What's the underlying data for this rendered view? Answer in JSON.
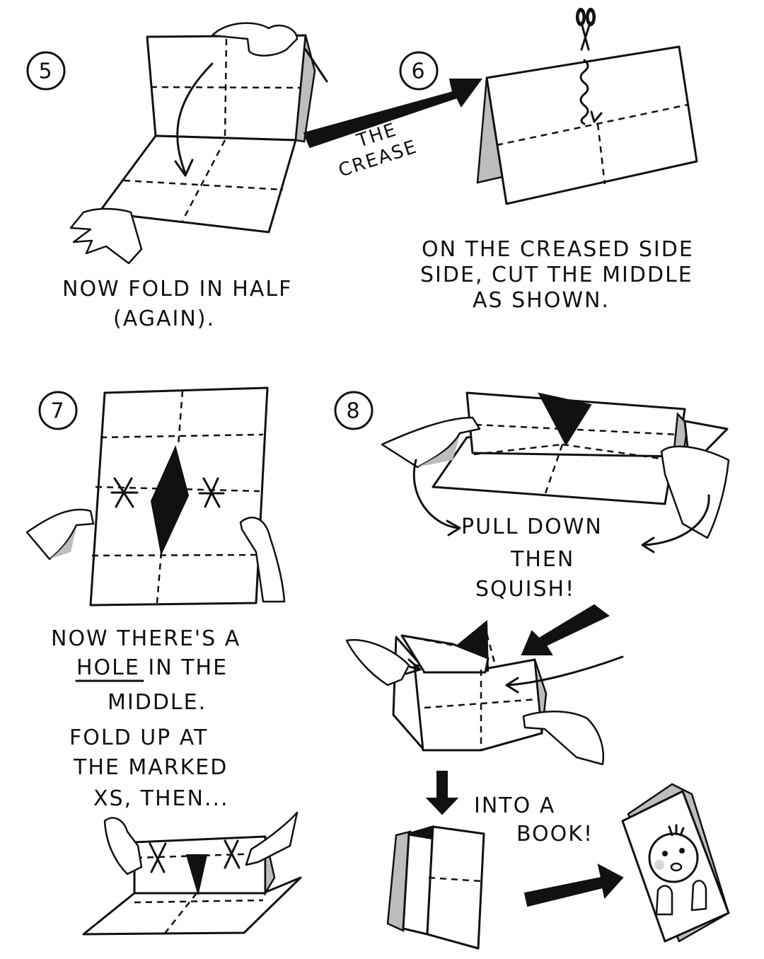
{
  "steps": [
    {
      "number": "5",
      "caption_line1": "NOW FOLD IN HALF",
      "caption_line2": "(AGAIN)."
    },
    {
      "number": "6",
      "caption_line1": "ON THE CREASED SIDE",
      "caption_line2": "SIDE, CUT THE MIDDLE",
      "caption_line3": "AS SHOWN."
    },
    {
      "number": "7",
      "caption_line1": "NOW THERE'S A",
      "caption_line2": "HOLE IN THE",
      "caption_line3": "MIDDLE.",
      "caption_line4": "FOLD UP AT",
      "caption_line5": "THE MARKED",
      "caption_line6": "XS, THEN..."
    },
    {
      "number": "8",
      "caption_line1": "PULL DOWN",
      "caption_line2": "THEN",
      "caption_line3": "SQUISH!"
    }
  ],
  "labels": {
    "crease_line1": "THE",
    "crease_line2": "CREASE",
    "book_line1": "INTO A",
    "book_line2": "BOOK!"
  },
  "colors": {
    "ink": "#111111",
    "shade": "#bdbdbd",
    "paper": "#ffffff"
  }
}
